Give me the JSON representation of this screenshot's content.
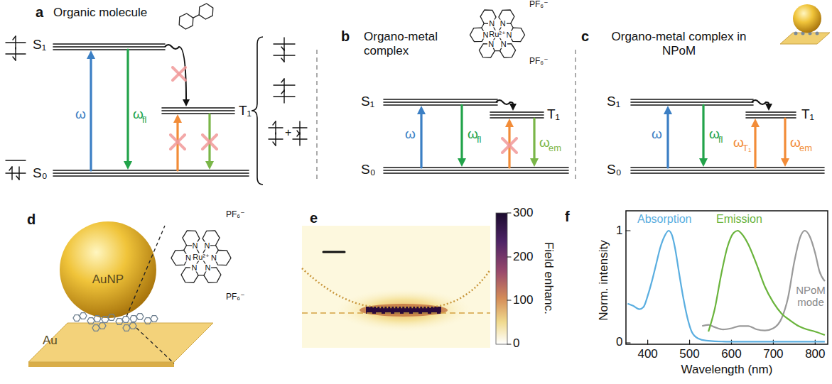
{
  "diagram": {
    "nodes": [
      {
        "text": [
          "AuNP"
        ]
      },
      {
        "text": [
          "Au"
        ]
      }
    ],
    "labels": [
      "a",
      "Organic molecule",
      "S₁",
      "T₁",
      "S₀",
      "ω",
      "ω",
      "fl",
      "+",
      "b",
      "Organo-metal complex",
      "PF₆⁻",
      "N",
      "N",
      "N",
      "N",
      "N",
      "N",
      "Ru²⁺",
      "PF₆⁻",
      "S₁",
      "T₁",
      "S₀",
      "ω",
      "ω",
      "fl",
      "ω",
      "em",
      "c",
      "Organo-metal complex in NPoM",
      "S₁",
      "T₁",
      "S₀",
      "ω",
      "ω",
      "fl",
      "ω",
      "T₁",
      "ω",
      "em",
      "d",
      "PF₆⁻",
      "N",
      "N",
      "N",
      "N",
      "N",
      "N",
      "Ru²⁺",
      "PF₆⁻",
      "e",
      "300",
      "200",
      "100",
      "0",
      "Field enhanc.",
      "f",
      "Absorption",
      "Emission",
      "NPoM mode",
      "Norm. intensity",
      "1",
      "0",
      "400",
      "500",
      "600",
      "700",
      "800",
      "Wavelength (nm)"
    ]
  }
}
